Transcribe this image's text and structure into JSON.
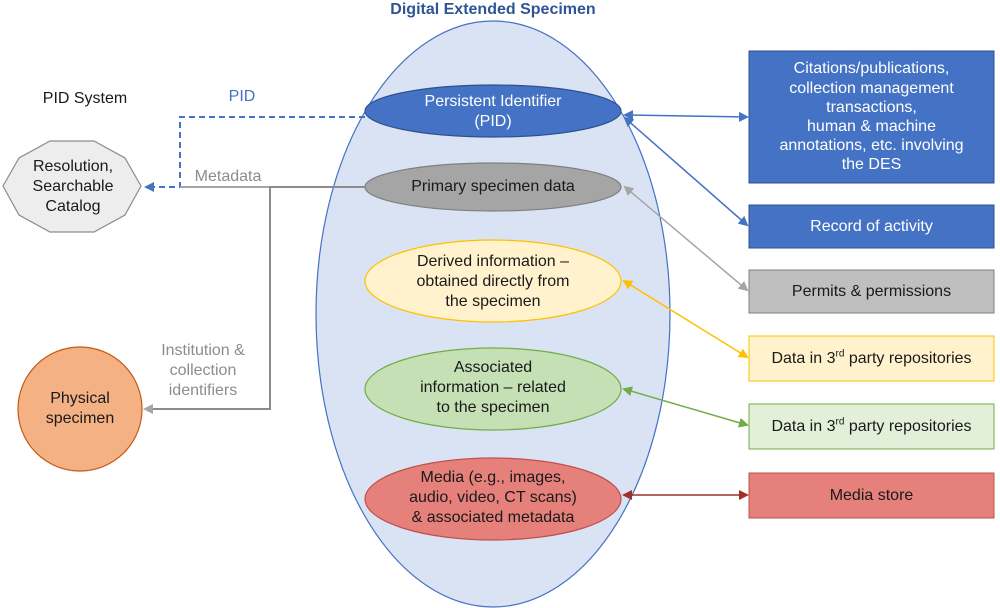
{
  "title": "Digital Extended Specimen",
  "pid_system": {
    "label": "PID System",
    "node_line1": "Resolution,",
    "node_line2": "Searchable",
    "node_line3": "Catalog"
  },
  "physical_specimen": {
    "line1": "Physical",
    "line2": "specimen"
  },
  "connector_labels": {
    "pid": "PID",
    "metadata": "Metadata",
    "identifiers_line1": "Institution &",
    "identifiers_line2": "collection",
    "identifiers_line3": "identifiers"
  },
  "inner_nodes": {
    "pid": {
      "line1": "Persistent Identifier",
      "line2": "(PID)"
    },
    "primary": {
      "line1": "Primary specimen data"
    },
    "derived": {
      "line1": "Derived information –",
      "line2": "obtained directly from",
      "line3": "the specimen"
    },
    "associated": {
      "line1": "Associated",
      "line2": "information – related",
      "line3": "to the specimen"
    },
    "media": {
      "line1": "Media (e.g., images,",
      "line2": "audio, video, CT scans)",
      "line3": "& associated metadata"
    }
  },
  "right_boxes": {
    "citations": {
      "line1": "Citations/publications,",
      "line2": "collection management",
      "line3": "transactions,",
      "line4": "human & machine",
      "line5": "annotations, etc. involving",
      "line6": "the DES"
    },
    "activity": "Record of activity",
    "permits": "Permits & permissions",
    "third_party_1": {
      "pre": "Data in 3",
      "sup": "rd",
      "post": " party repositories"
    },
    "third_party_2": {
      "pre": "Data in 3",
      "sup": "rd",
      "post": " party repositories"
    },
    "media_store": "Media store"
  },
  "colors": {
    "blue": "#4472C4",
    "gray": "#A5A5A5",
    "yellow": "#FFC000",
    "green": "#70AD47",
    "red": "#C0504D",
    "orange": "#F4B183",
    "ellipse_bg": "#DAE3F3"
  }
}
